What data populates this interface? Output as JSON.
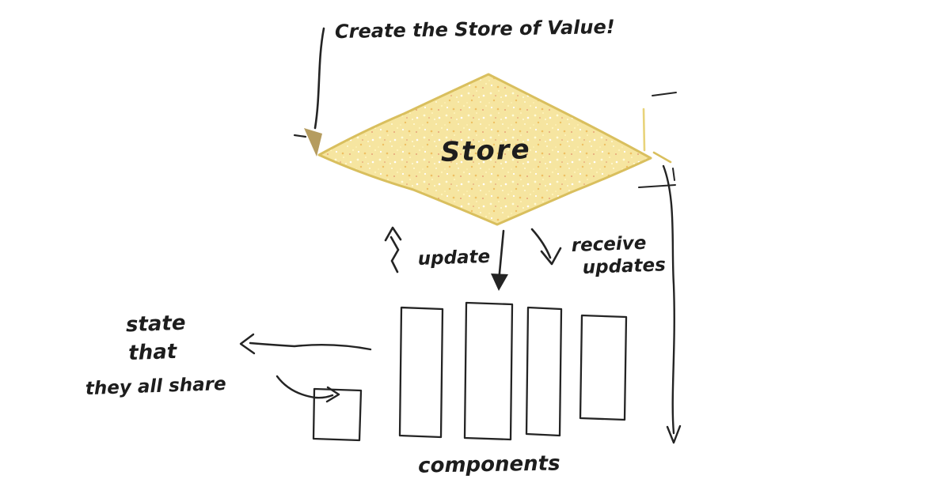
{
  "diagram": {
    "title_annotation": "Create the Store of Value!",
    "store": {
      "label": "Store"
    },
    "arrows": {
      "update_label": "update",
      "receive_label_line1": "receive",
      "receive_label_line2": "updates"
    },
    "shared_state_note": {
      "line1": "state",
      "line2": "that",
      "line3": "they all share"
    },
    "components_label": "components",
    "colors": {
      "stroke": "#242424",
      "text": "#1d1d1d",
      "diamond_fill": "#f6e5a0",
      "diamond_edge": "#d9bf5e",
      "arrowhead_tan": "#b59c5f",
      "speckle_light": "#fffbd9",
      "speckle_orange": "#efc063",
      "speckle_red": "#e2906b"
    }
  }
}
